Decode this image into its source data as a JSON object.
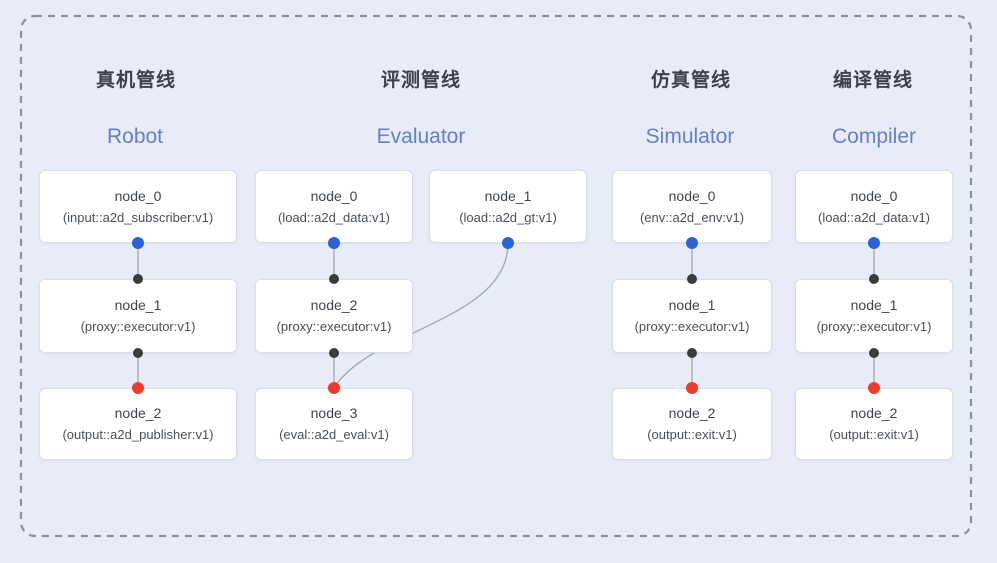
{
  "colors": {
    "background": "#e8ecf8",
    "dashed_border": "#8d939e",
    "node_background": "#ffffff",
    "node_border": "#d9dde4",
    "edge_line": "#a3aab8",
    "output_port_dot": "#2a63d6",
    "intermediate_port_dot": "#3b3b3d",
    "final_input_port_dot": "#ee3b2e",
    "pipeline_title_zh_color": "#3c414b",
    "pipeline_title_en_color": "#6380c5"
  },
  "pipelines": [
    {
      "title_zh": "真机管线",
      "title_en": "Robot",
      "nodes": [
        {
          "name": "node_0",
          "impl": "(input::a2d_subscriber:v1)"
        },
        {
          "name": "node_1",
          "impl": "(proxy::executor:v1)"
        },
        {
          "name": "node_2",
          "impl": "(output::a2d_publisher:v1)"
        }
      ]
    },
    {
      "title_zh": "评测管线",
      "title_en": "Evaluator",
      "nodes": [
        {
          "name": "node_0",
          "impl": "(load::a2d_data:v1)"
        },
        {
          "name": "node_1",
          "impl": "(load::a2d_gt:v1)"
        },
        {
          "name": "node_2",
          "impl": "(proxy::executor:v1)"
        },
        {
          "name": "node_3",
          "impl": "(eval::a2d_eval:v1)"
        }
      ]
    },
    {
      "title_zh": "仿真管线",
      "title_en": "Simulator",
      "nodes": [
        {
          "name": "node_0",
          "impl": "(env::a2d_env:v1)"
        },
        {
          "name": "node_1",
          "impl": "(proxy::executor:v1)"
        },
        {
          "name": "node_2",
          "impl": "(output::exit:v1)"
        }
      ]
    },
    {
      "title_zh": "编译管线",
      "title_en": "Compiler",
      "nodes": [
        {
          "name": "node_0",
          "impl": "(load::a2d_data:v1)"
        },
        {
          "name": "node_1",
          "impl": "(proxy::executor:v1)"
        },
        {
          "name": "node_2",
          "impl": "(output::exit:v1)"
        }
      ]
    }
  ]
}
